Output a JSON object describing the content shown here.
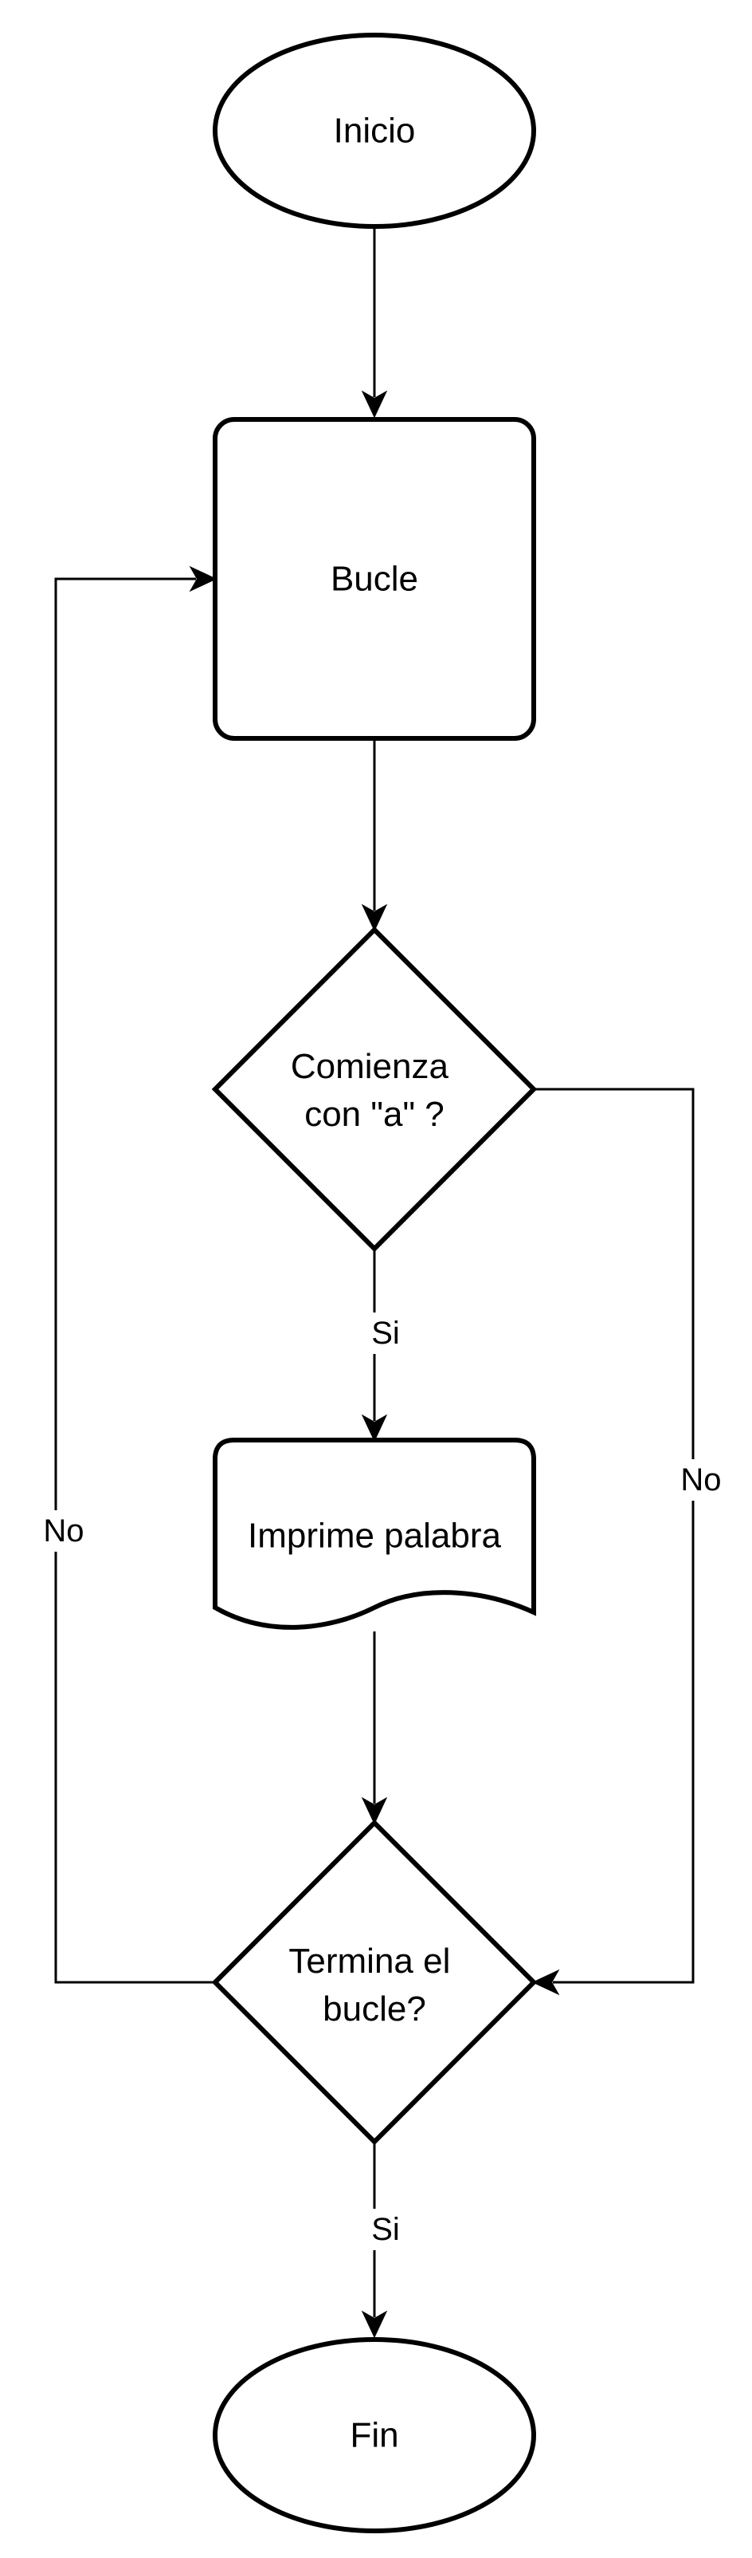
{
  "nodes": {
    "inicio": {
      "label": "Inicio"
    },
    "bucle": {
      "label": "Bucle"
    },
    "comienza": {
      "line1": "Comienza",
      "line2": "con \"a\" ?"
    },
    "imprime": {
      "label": "Imprime palabra"
    },
    "termina": {
      "line1": "Termina el",
      "line2": "bucle?"
    },
    "fin": {
      "label": "Fin"
    }
  },
  "edges": {
    "comienza_si": "Si",
    "comienza_no": "No",
    "termina_si": "Si",
    "termina_no": "No"
  },
  "colors": {
    "stroke": "#000000",
    "fill": "#ffffff",
    "background": "#ffffff"
  }
}
